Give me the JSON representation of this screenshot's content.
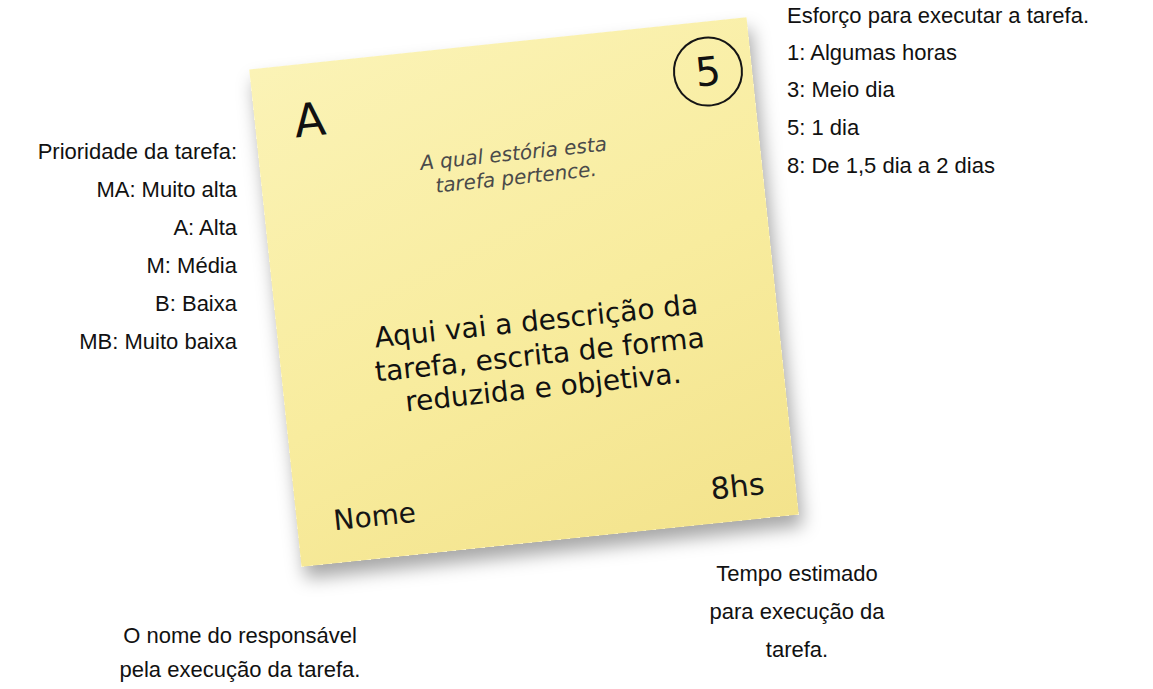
{
  "diagram": {
    "nodes": [
      {
        "text": [
          "A",
          "A qual estória esta tarefa pertence.",
          "Aqui vai a descrição da tarefa, escrita de forma reduzida e objetiva.",
          "8hs",
          "Nome"
        ]
      },
      {
        "text": [
          "5"
        ],
        "in": 0
      }
    ],
    "labels": [
      "Prioridade da tarefa:",
      "MA: Muito alta",
      "A: Alta",
      "M: Média",
      "B: Baixa",
      "MB: Muito baixa",
      "Esforço para executar a tarefa.",
      "1: Algumas horas",
      "3: Meio dia",
      "5: 1 dia",
      "8: De 1,5 dia a 2 dias",
      "Tempo estimado para execução da tarefa.",
      "O nome do responsável pela execução da tarefa."
    ]
  }
}
